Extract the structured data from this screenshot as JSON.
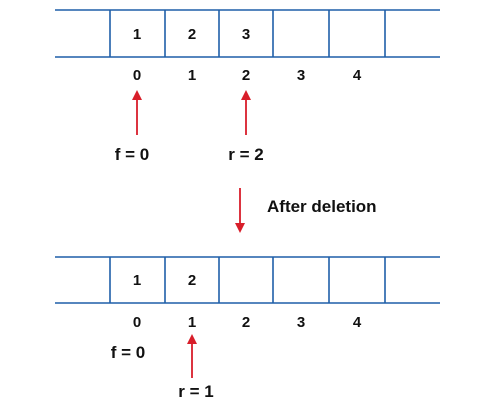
{
  "colors": {
    "cell_border": "#1f5fa8",
    "arrow": "#d81e2a",
    "text": "#111111",
    "background": "#ffffff"
  },
  "before": {
    "cells": [
      "1",
      "2",
      "3",
      "",
      "",
      ""
    ],
    "indices": [
      "0",
      "1",
      "2",
      "3",
      "4"
    ],
    "front_label": "f = 0",
    "rear_label": "r = 2"
  },
  "transition": {
    "label": "After deletion"
  },
  "after": {
    "cells": [
      "1",
      "2",
      "",
      "",
      "",
      ""
    ],
    "indices": [
      "0",
      "1",
      "2",
      "3",
      "4"
    ],
    "front_label": "f = 0",
    "rear_label": "r = 1"
  }
}
